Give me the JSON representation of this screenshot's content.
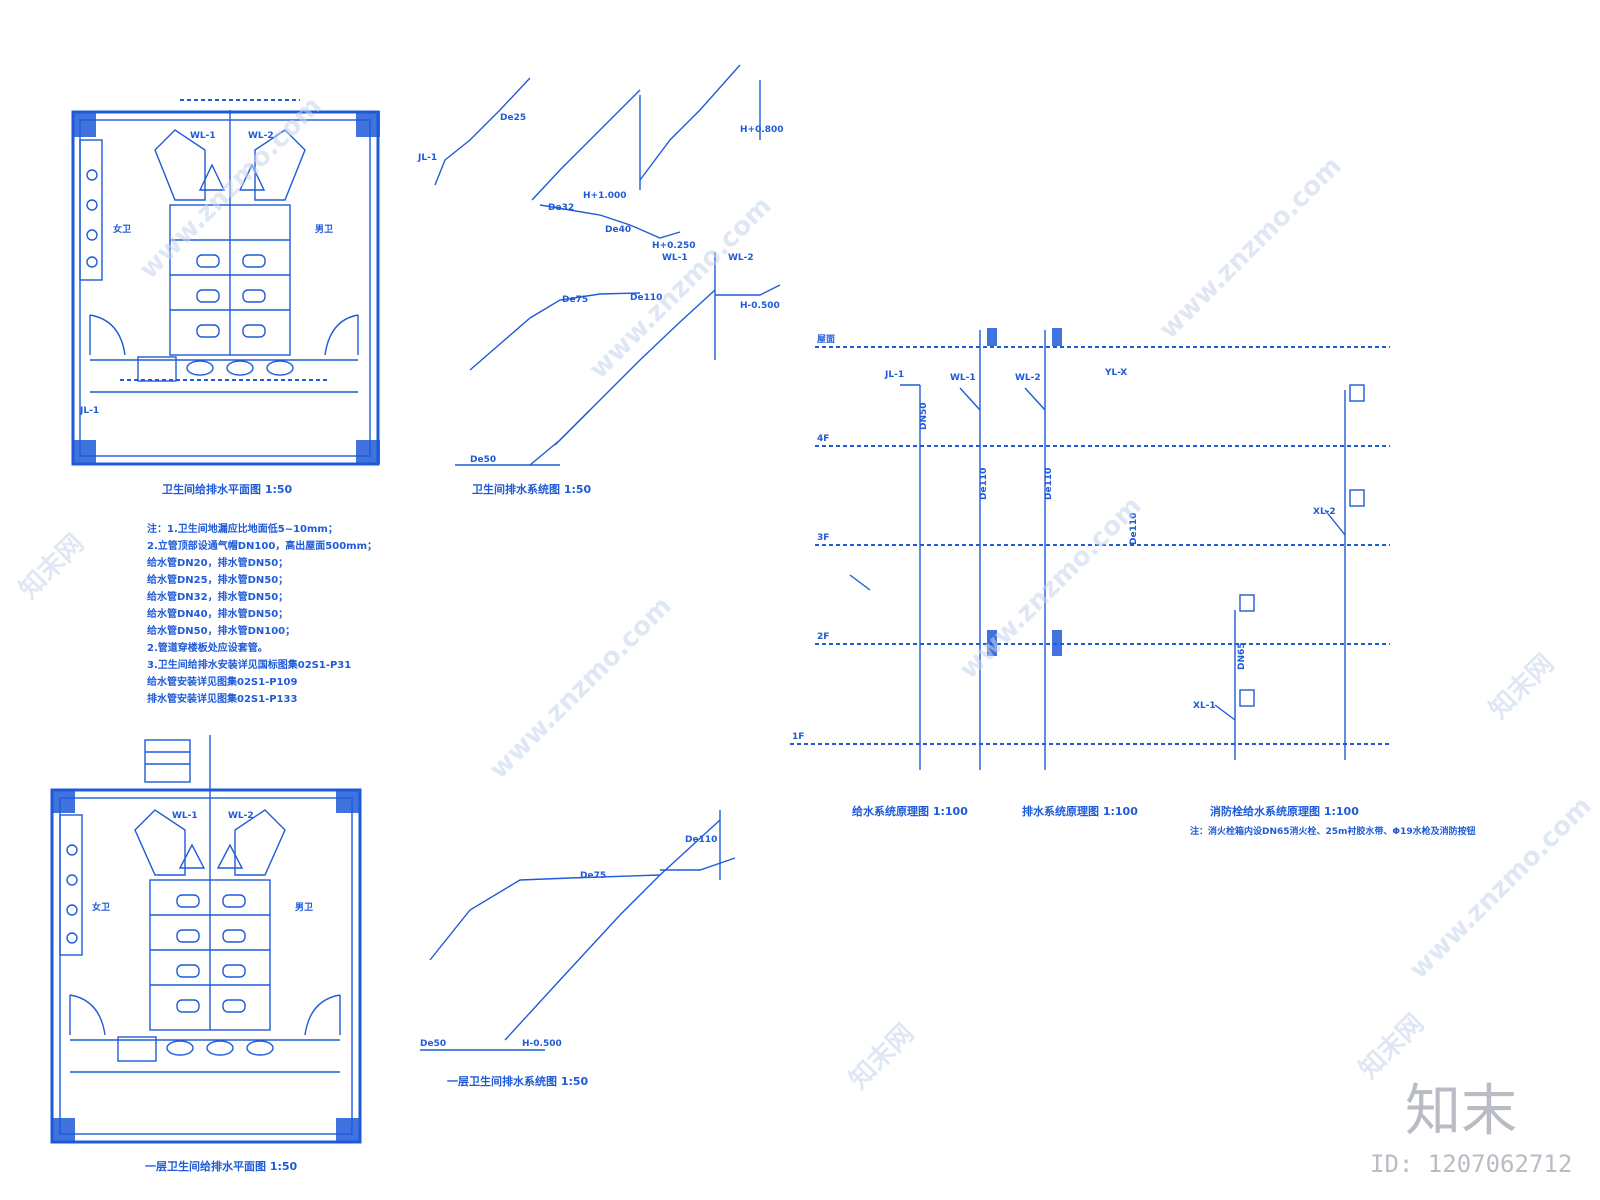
{
  "plan_top": {
    "title": "卫生间给排水平面图 1:50",
    "room_left": "女卫",
    "room_right": "男卫",
    "riser_labels": [
      "JL-1",
      "WL-1",
      "WL-2"
    ]
  },
  "plan_bottom": {
    "title": "一层卫生间给排水平面图 1:50",
    "room_left": "女卫",
    "room_right": "男卫",
    "riser_labels": [
      "WL-1",
      "WL-2"
    ]
  },
  "notes": {
    "lines": [
      "注：1.卫生间地漏应比地面低5~10mm；",
      "2.立管顶部设通气帽DN100，高出屋面500mm；",
      "给水管DN20，排水管DN50；",
      "给水管DN25，排水管DN50；",
      "给水管DN32，排水管DN50；",
      "给水管DN40，排水管DN50；",
      "给水管DN50，排水管DN100；",
      "2.管道穿楼板处应设套管。",
      "3.卫生间给排水安装详见国标图集02S1-P31",
      "给水管安装详见图集02S1-P109",
      "排水管安装详见图集02S1-P133"
    ]
  },
  "iso_top": {
    "title": "卫生间给水系统图 1:50",
    "labels": [
      "JL-1",
      "De25",
      "De32",
      "De40",
      "H+1.000",
      "H+0.800",
      "H+0.250"
    ]
  },
  "iso_middle": {
    "title": "卫生间排水系统图 1:50",
    "labels": [
      "WL-1",
      "WL-2",
      "De75",
      "De50",
      "De110",
      "H-0.500"
    ]
  },
  "iso_bottom": {
    "title": "一层卫生间排水系统图 1:50",
    "labels": [
      "De75",
      "De50",
      "De110",
      "H-0.500"
    ]
  },
  "riser": {
    "floors": [
      "屋面",
      "4F",
      "3F",
      "2F",
      "1F"
    ],
    "riser_labels": [
      "JL-1",
      "WL-1",
      "WL-2",
      "YL-X",
      "XL-1",
      "XL-2"
    ],
    "pipe_labels": [
      "DN50",
      "De110",
      "De110",
      "De110",
      "DN65"
    ],
    "titles": [
      "给水系统原理图 1:100",
      "排水系统原理图 1:100",
      "消防栓给水系统原理图 1:100"
    ],
    "note": "注：消火栓箱内设DN65消火栓、25m衬胶水带、Φ19水枪及消防按钮"
  },
  "watermark": {
    "site_text": "www.znzmo.com",
    "logo_text": "知末网",
    "brand": "知末",
    "image_id": "ID: 1207062712"
  }
}
